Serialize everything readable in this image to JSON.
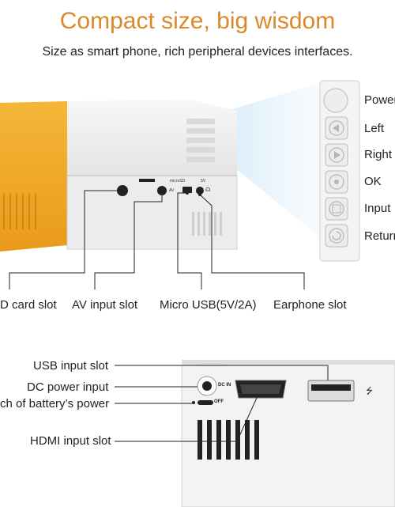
{
  "header": {
    "title": "Compact size, big wisdom",
    "subtitle": "Size as smart phone, rich peripheral devices interfaces."
  },
  "top_panel": {
    "buttons": [
      {
        "label": "Power",
        "icon": "power-icon"
      },
      {
        "label": "Left",
        "icon": "left-arrow-icon"
      },
      {
        "label": "Right",
        "icon": "right-arrow-icon"
      },
      {
        "label": "OK",
        "icon": "ok-icon"
      },
      {
        "label": "Input",
        "icon": "input-icon"
      },
      {
        "label": "Return",
        "icon": "return-icon"
      }
    ],
    "ports": {
      "sd": "D card slot",
      "av": "AV input slot",
      "micro_usb": "Micro USB(5V/2A)",
      "earphone": "Earphone slot"
    },
    "printed": {
      "micro_sd": "microSD",
      "av": "AV",
      "five_v": "5V",
      "phones": "☊"
    }
  },
  "bottom_panel": {
    "labels": {
      "usb": "USB input slot",
      "dc": "DC power input",
      "battery": "ch of battery’s power",
      "hdmi": "HDMI input slot"
    },
    "printed": {
      "dc_in": "DC IN",
      "off": "OFF",
      "usb_symbol": "⭍"
    }
  },
  "colors": {
    "title": "#d9892a",
    "orange_body": "#f2a92d",
    "device_white": "#f2f2f2",
    "beam": "#bfe0f5"
  }
}
